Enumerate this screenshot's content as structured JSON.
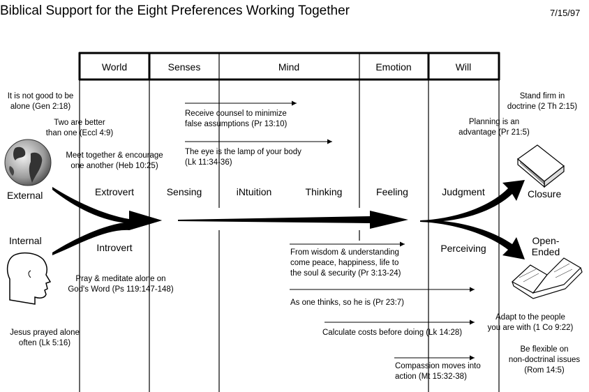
{
  "title": "Biblical Support for the Eight Preferences Working Together",
  "date": "7/15/97",
  "headers": [
    "World",
    "Senses",
    "Mind",
    "Emotion",
    "Will"
  ],
  "left_labels": {
    "external": "External",
    "internal": "Internal"
  },
  "right_labels": {
    "closure": "Closure",
    "open_ended_1": "Open-",
    "open_ended_2": "Ended"
  },
  "preferences": {
    "extrovert": "Extrovert",
    "introvert": "Introvert",
    "sensing": "Sensing",
    "intuition": "iNtuition",
    "thinking": "Thinking",
    "feeling": "Feeling",
    "judgment": "Judgment",
    "perceiving": "Perceiving"
  },
  "left_notes": [
    [
      "It is not good to be",
      "alone (Gen 2:18)"
    ],
    [
      "Two are better",
      "than one (Eccl 4:9)"
    ],
    [
      "Meet together & encourage",
      "one another (Heb 10:25)"
    ],
    [
      "Pray & meditate alone on",
      "God's Word (Ps 119:147-148)"
    ],
    [
      "Jesus prayed alone",
      "often (Lk 5:16)"
    ]
  ],
  "mind_notes": [
    [
      "Receive counsel to minimize",
      "false assumptions (Pr 13:10)"
    ],
    [
      "The eye is the lamp of your body",
      "(Lk 11:34-36)"
    ],
    [
      "From wisdom & understanding",
      "come peace, happiness, life to",
      "the soul & security (Pr 3:13-24)"
    ],
    [
      "As one thinks, so he is (Pr 23:7)"
    ],
    [
      "Calculate costs before doing (Lk 14:28)"
    ],
    [
      "Compassion moves into",
      "action (Mt 15:32-38)"
    ]
  ],
  "right_notes": [
    [
      "Stand firm in",
      "doctrine (2 Th 2:15)"
    ],
    [
      "Planning is an",
      "advantage (Pr 21:5)"
    ],
    [
      "Adapt to the people",
      "you are with (1 Co 9:22)"
    ],
    [
      "Be flexible on",
      "non-doctrinal issues",
      "(Rom 14:5)"
    ]
  ],
  "icons": [
    "globe-icon",
    "head-icon",
    "closed-book-icon",
    "open-book-icon"
  ]
}
